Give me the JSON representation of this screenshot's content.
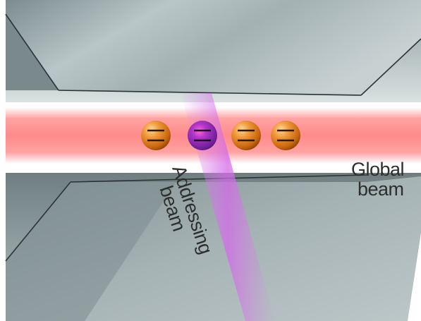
{
  "labels": {
    "global_beam_line1": "Global",
    "global_beam_line2": "beam",
    "addressing_beam_line1": "Addressing",
    "addressing_beam_line2": "beam"
  },
  "ions": [
    {
      "id": "ion-1",
      "state": "unaddressed",
      "color": "#e07a1c"
    },
    {
      "id": "ion-2",
      "state": "addressed",
      "color": "#8a2bb8"
    },
    {
      "id": "ion-3",
      "state": "unaddressed",
      "color": "#e07a1c"
    },
    {
      "id": "ion-4",
      "state": "unaddressed",
      "color": "#e07a1c"
    }
  ],
  "colors": {
    "global_beam": "#ff8c8c",
    "addressing_beam": "#d27ae6",
    "electrode": "#93a3a4",
    "ion_unaddressed": "#e07a1c",
    "ion_addressed": "#8a2bb8"
  }
}
